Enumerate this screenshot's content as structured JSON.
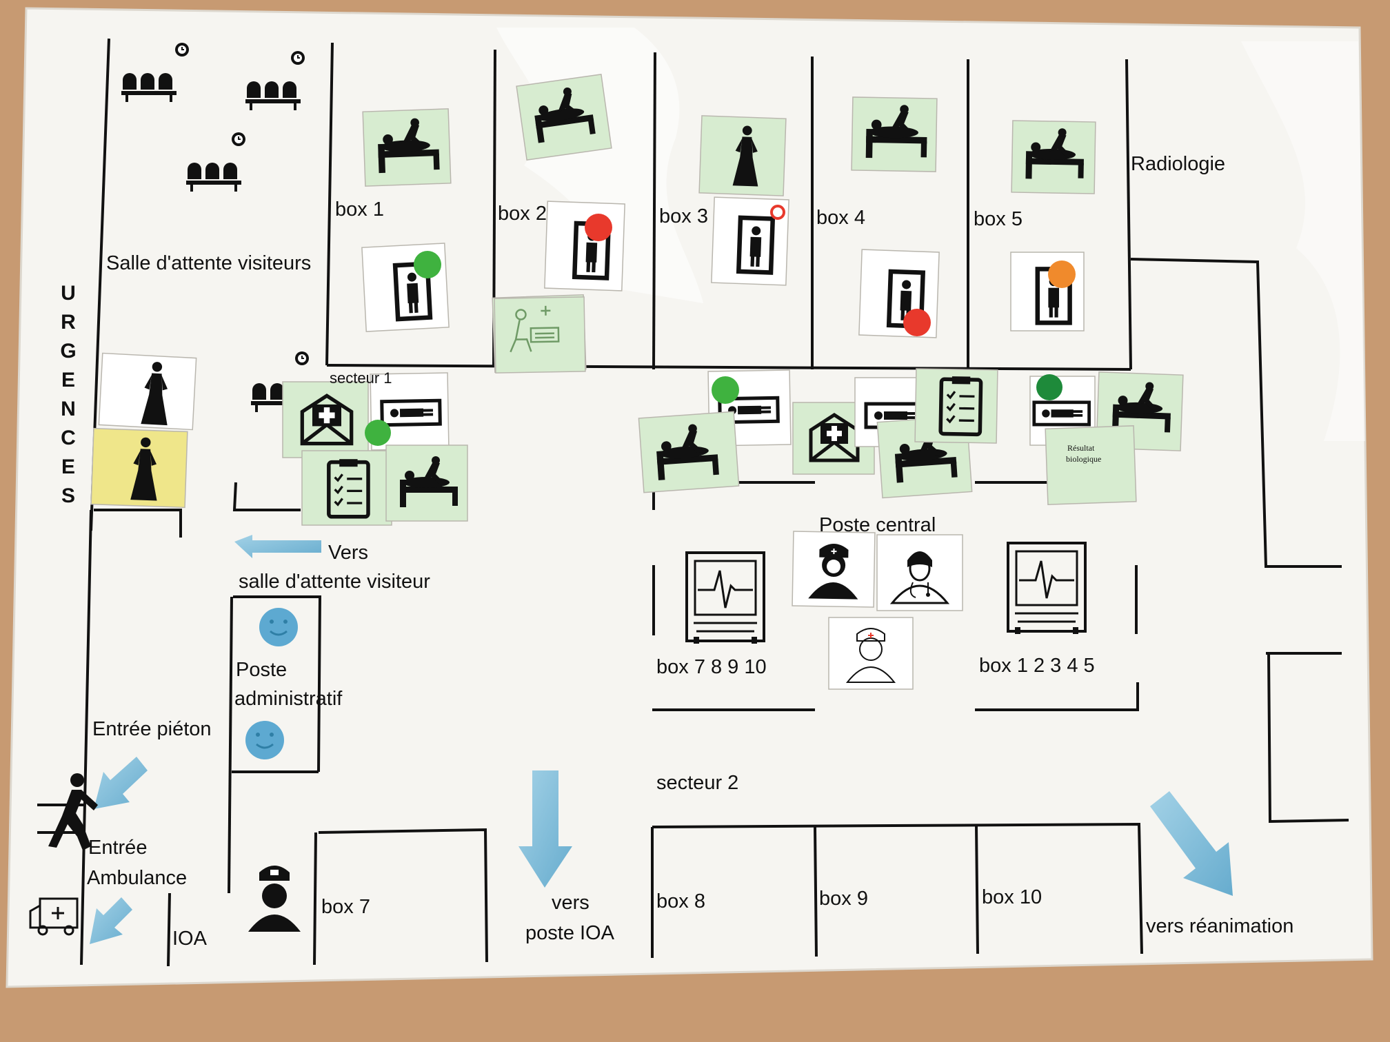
{
  "map": {
    "vertical_title": "U\nR\nG\nE\nN\nC\nE\nS",
    "labels": {
      "salle_attente": "Salle d'attente visiteurs",
      "box1": "box 1",
      "box2": "box 2",
      "box3": "box 3",
      "box4": "box 4",
      "box5": "box 5",
      "radiologie": "Radiologie",
      "secteur1": "secteur 1",
      "vers": "Vers",
      "salle_attente_visiteur": "salle d'attente visiteur",
      "poste": "Poste",
      "administratif": "administratif",
      "entree_pieton": "Entrée piéton",
      "entree": "Entrée",
      "ambulance": "Ambulance",
      "ioa": "IOA",
      "box7": "box 7",
      "vers2": "vers",
      "poste_ioa": "poste IOA",
      "box8": "box 8",
      "box9": "box 9",
      "box10": "box 10",
      "vers_reanimation": "vers réanimation",
      "secteur2": "secteur 2",
      "poste_central": "Poste central",
      "box_7_10": "box  7 8 9 10",
      "box_1_5": "box 1 2 3 4 5",
      "resultat": "Résultat",
      "biologique": "biologique"
    }
  },
  "colors": {
    "paper": "#f6f5f1",
    "card_green": "#d7ecd0",
    "card_yellow": "#efe68a",
    "arrow_blue": "#78b8d6",
    "dot_green": "#3fb23f",
    "dot_red": "#e8392c",
    "dot_orange": "#f08a2c",
    "dot_darkgreen": "#1e8a3a"
  },
  "icons": [
    "bench-icon",
    "clock-icon",
    "patient-on-bed-icon",
    "patient-scan-icon",
    "standing-person-icon",
    "medical-envelope-icon",
    "clipboard-icon",
    "lying-patient-icon",
    "monitor-icon",
    "nurse-icon",
    "doctor-icon",
    "ambulance-icon",
    "walking-person-icon",
    "smiley-icon",
    "arrow-icon"
  ]
}
